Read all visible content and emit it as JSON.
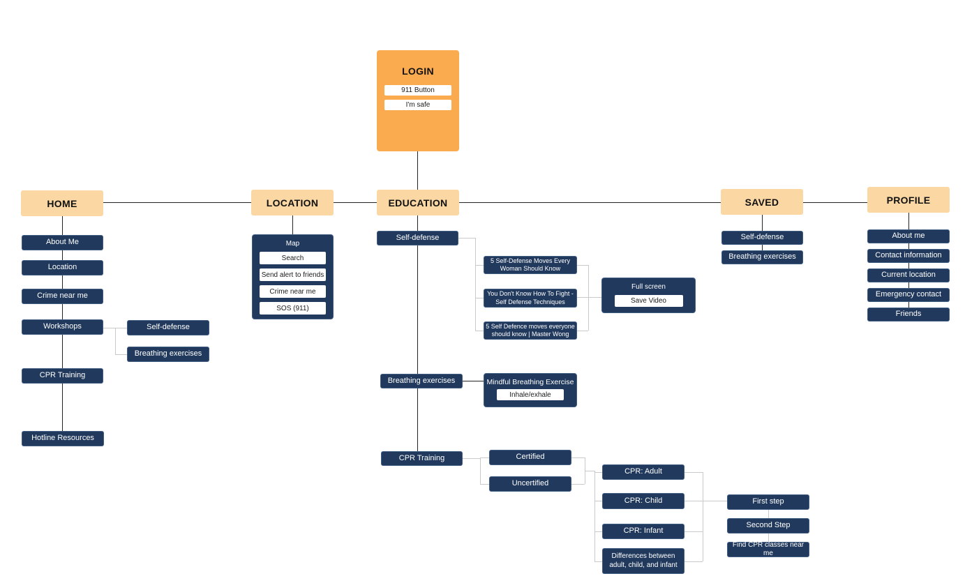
{
  "colors": {
    "header_bg": "#FAD7A3",
    "login_bg": "#FBAB4F",
    "node_bg": "#21395C",
    "node_text": "#ffffff",
    "trunk_line": "#232323",
    "branch_line": "#c9c9c9",
    "canvas_bg": "#ffffff"
  },
  "login": {
    "title": "LOGIN",
    "button1": "911 Button",
    "button2": "I'm safe"
  },
  "home": {
    "title": "HOME",
    "items": [
      "About Me",
      "Location",
      "Crime near me",
      "Workshops",
      "CPR Training",
      "Hotline Resources"
    ],
    "workshops_children": [
      "Self-defense",
      "Breathing exercises"
    ]
  },
  "location": {
    "title": "LOCATION",
    "map_title": "Map",
    "map_buttons": [
      "Search",
      "Send alert to friends",
      "Crime near me",
      "SOS (911)"
    ]
  },
  "education": {
    "title": "EDUCATION",
    "self_defense_label": "Self-defense",
    "videos": [
      "5 Self-Defense Moves Every Woman Should Know",
      "You Don't Know How To Fight - Self Defense Techniques",
      "5 Self Defence moves everyone should know | Master Wong"
    ],
    "fullscreen": {
      "title": "Full screen",
      "button": "Save Video"
    },
    "breathing_label": "Breathing exercises",
    "mindful": {
      "title": "Mindful Breathing Exercise",
      "button": "Inhale/exhale"
    },
    "cpr": {
      "label": "CPR Training",
      "certified": "Certified",
      "uncertified": "Uncertified",
      "types": [
        "CPR: Adult",
        "CPR: Child",
        "CPR: Infant",
        "Differences between adult, child, and infant"
      ],
      "steps": [
        "First step",
        "Second Step",
        "Find CPR classes near me"
      ]
    }
  },
  "saved": {
    "title": "SAVED",
    "items": [
      "Self-defense",
      "Breathing exercises"
    ]
  },
  "profile": {
    "title": "PROFILE",
    "items": [
      "About me",
      "Contact information",
      "Current location",
      "Emergency contact",
      "Friends"
    ]
  }
}
